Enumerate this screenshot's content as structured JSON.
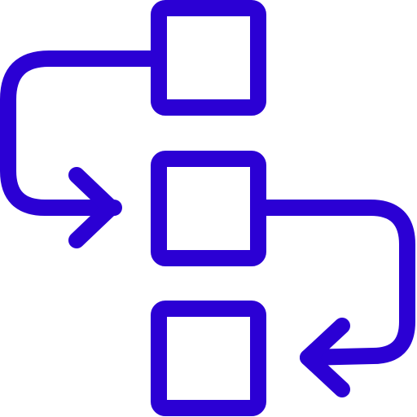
{
  "icon": {
    "name": "workflow-icon",
    "color": "#2B00D4",
    "background": "#FFFFFF",
    "nodes": [
      {
        "id": "top-node"
      },
      {
        "id": "middle-node"
      },
      {
        "id": "bottom-node"
      }
    ],
    "connectors": [
      {
        "id": "loop-arrow-left",
        "from": "top-node",
        "to": "middle-node"
      },
      {
        "id": "loop-arrow-right",
        "from": "middle-node",
        "to": "bottom-node"
      }
    ]
  }
}
